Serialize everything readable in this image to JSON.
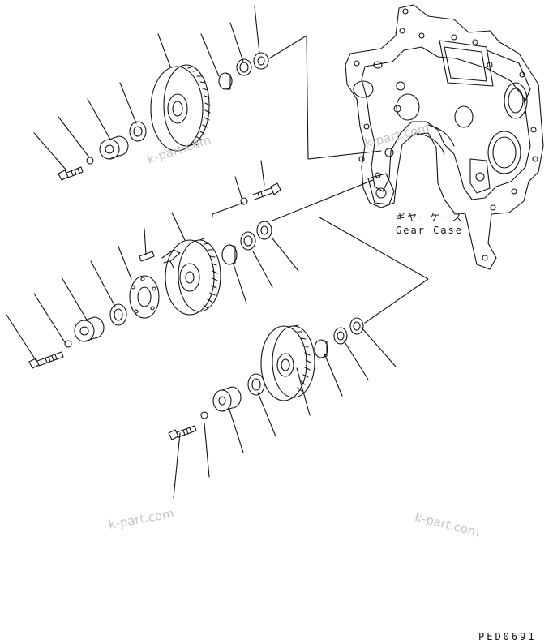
{
  "labels": {
    "gear_case_jp": "ギヤーケース",
    "gear_case_en": "Gear Case",
    "drawing_code": "PED0691"
  },
  "watermarks": [
    "k-part.com",
    "k-part.com",
    "k-part.com",
    "k-part.com"
  ],
  "colors": {
    "line": "#111111",
    "watermark": "#c4c4c4",
    "background": "#ffffff"
  }
}
